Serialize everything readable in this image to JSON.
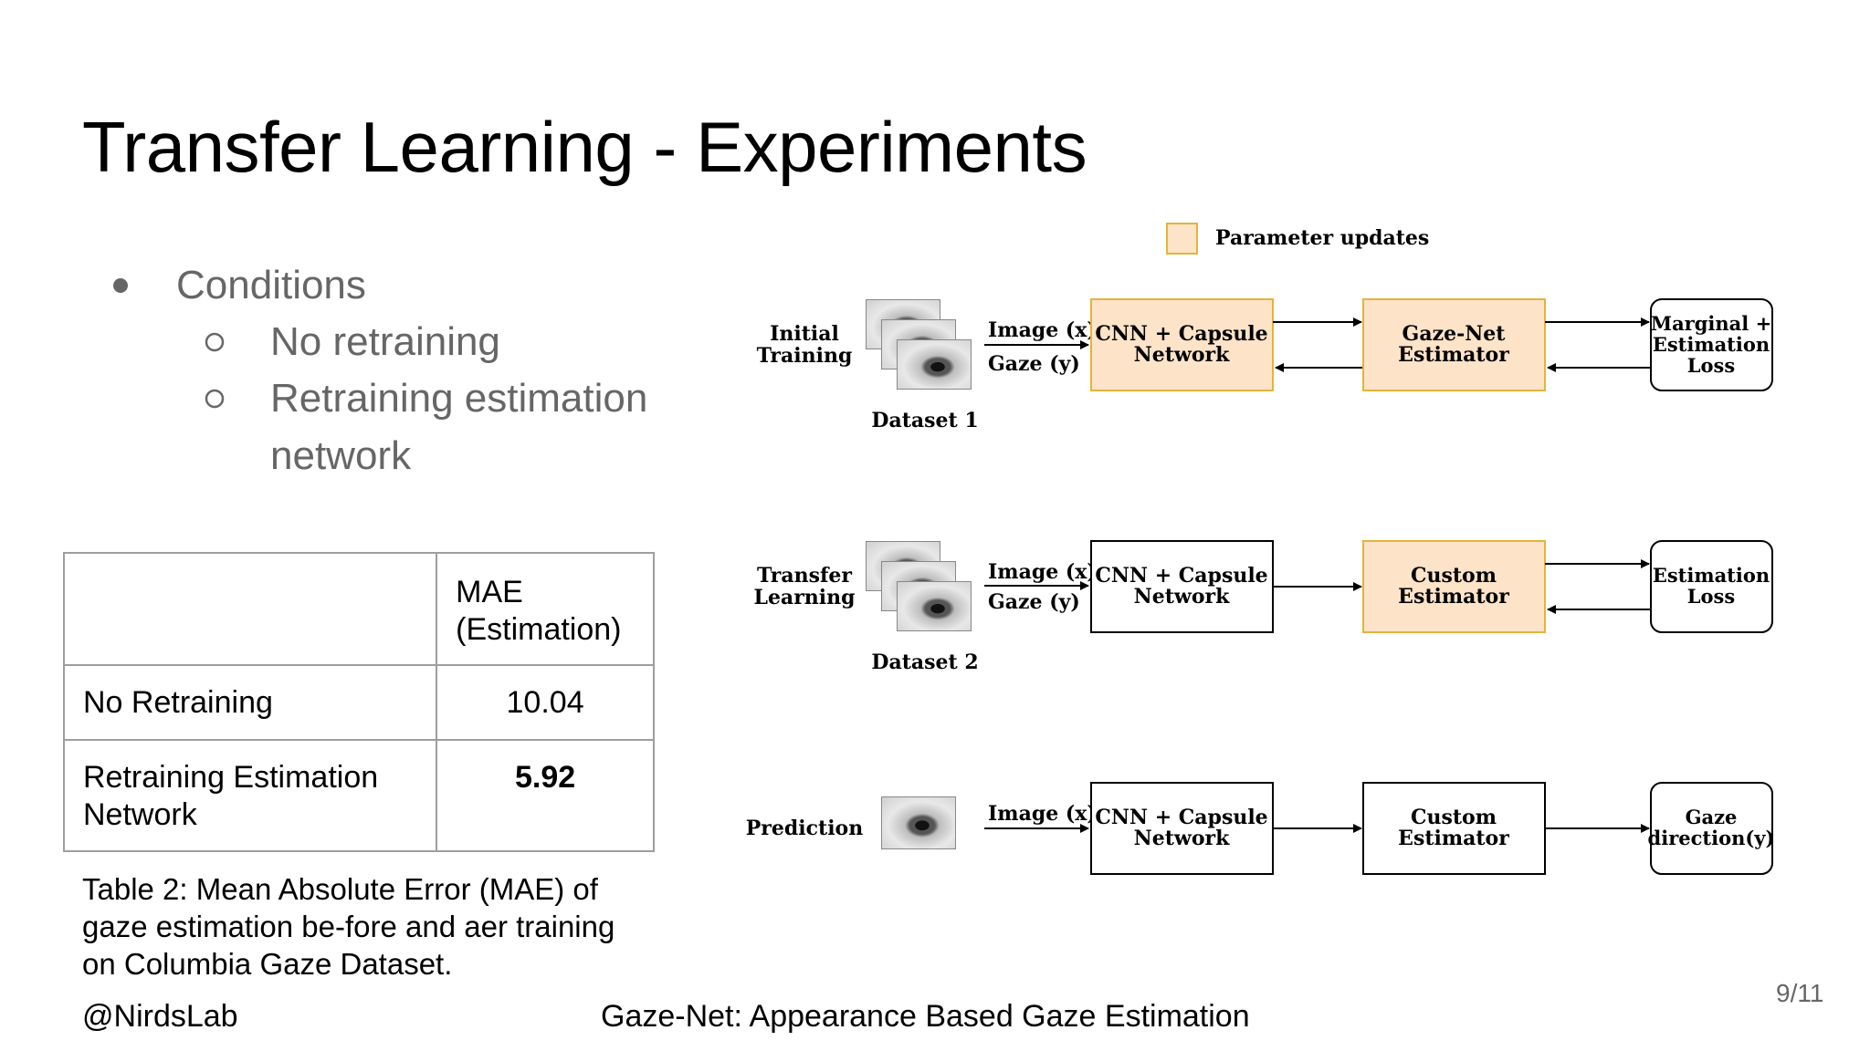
{
  "slide": {
    "title": "Transfer Learning - Experiments",
    "page_number": "9/11",
    "footer_left": "@NirdsLab",
    "footer_center": "Gaze-Net: Appearance Based Gaze Estimation"
  },
  "bullets": {
    "top": "Conditions",
    "sub1": "No retraining",
    "sub2_line1": "Retraining estimation",
    "sub2_line2": "network"
  },
  "table": {
    "header_col2_line1": "MAE",
    "header_col2_line2": "(Estimation)",
    "rows": [
      {
        "label_line1": "No Retraining",
        "label_line2": "",
        "value": "10.04"
      },
      {
        "label_line1": "Retraining Estimation",
        "label_line2": "Network",
        "value": "5.92"
      }
    ]
  },
  "caption": {
    "line1": "Table 2: Mean Absolute Error (MAE) of",
    "line2": "gaze estimation be-fore and aer training",
    "line3": "on Columbia Gaze Dataset."
  },
  "diagram": {
    "legend": "Parameter updates",
    "highlight_color": "#fde3c8",
    "highlight_border": "#e3b43a",
    "rows": [
      {
        "label_line1": "Initial",
        "label_line2": "Training",
        "dataset": "Dataset 1",
        "input_x": "Image (x)",
        "input_y": "Gaze (y)",
        "box1_line1": "CNN + Capsule",
        "box1_line2": "Network",
        "box2_line1": "Gaze-Net",
        "box2_line2": "Estimator",
        "out_line1": "Marginal +",
        "out_line2": "Estimation",
        "out_line3": "Loss"
      },
      {
        "label_line1": "Transfer",
        "label_line2": "Learning",
        "dataset": "Dataset 2",
        "input_x": "Image (x)",
        "input_y": "Gaze (y)",
        "box1_line1": "CNN + Capsule",
        "box1_line2": "Network",
        "box2_line1": "Custom",
        "box2_line2": "Estimator",
        "out_line1": "Estimation",
        "out_line2": "Loss"
      },
      {
        "label_line1": "Prediction",
        "input_x": "Image (x)",
        "box1_line1": "CNN + Capsule",
        "box1_line2": "Network",
        "box2_line1": "Custom",
        "box2_line2": "Estimator",
        "out_line1": "Gaze",
        "out_line2": "direction(y)"
      }
    ]
  }
}
